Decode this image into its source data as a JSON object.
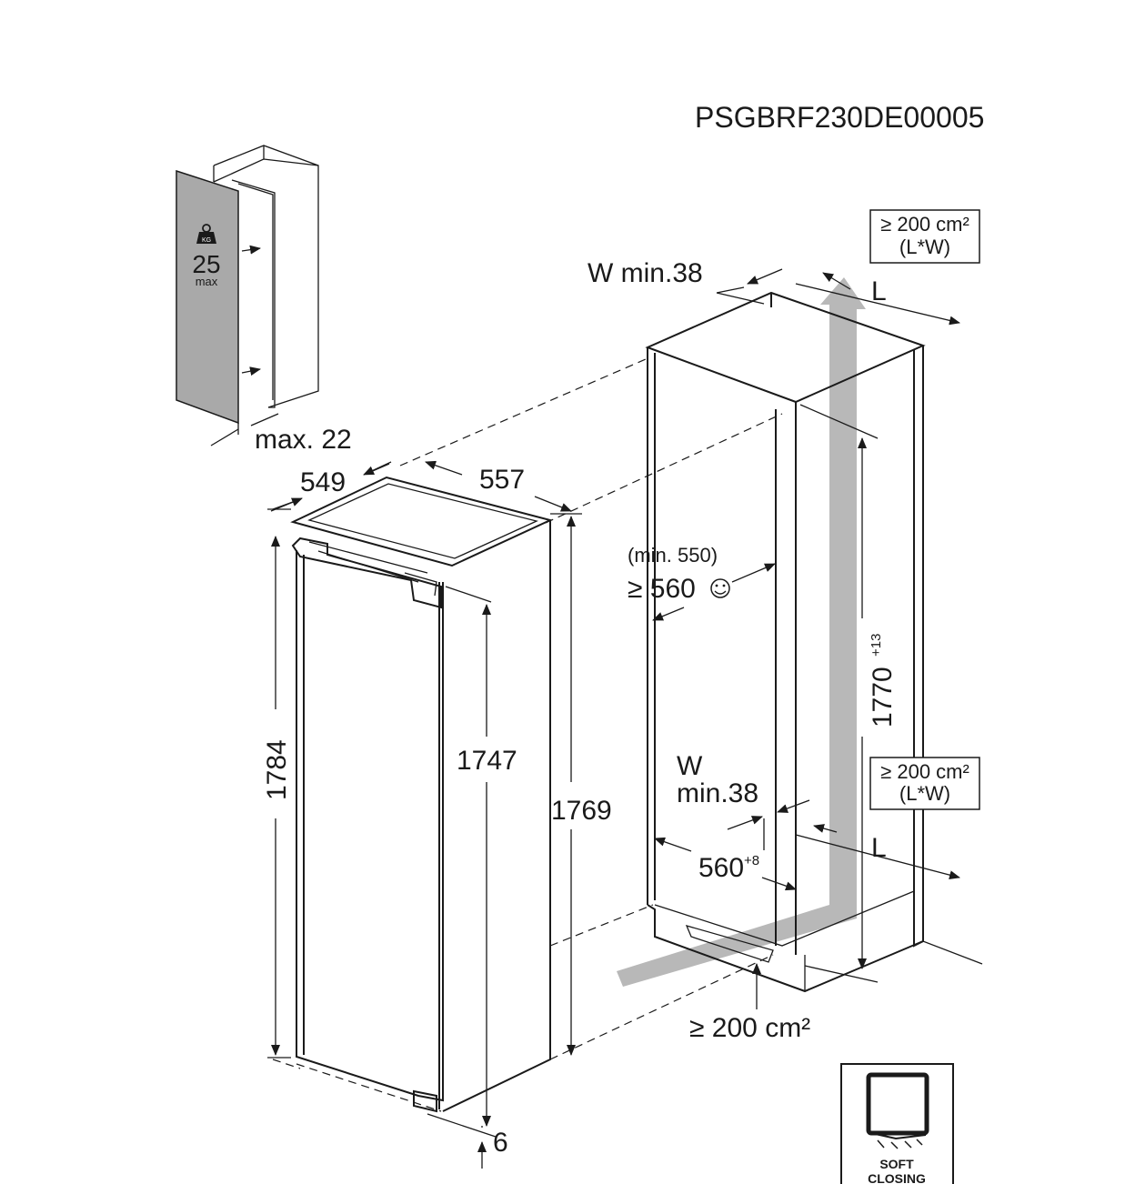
{
  "model_code": "PSGBRF230DE00005",
  "door_weight": {
    "icon_text": "KG",
    "value": "25",
    "unit": "max"
  },
  "dims": {
    "door_gap_max": "max. 22",
    "appliance_depth": "549",
    "appliance_width": "557",
    "appliance_height_total": "1784",
    "appliance_height_inner": "1747",
    "appliance_height_side": "1769",
    "bottom_offset": "6",
    "ventilation_w_top": "W min.38",
    "ventilation_w_bottom_line1": "W",
    "ventilation_w_bottom_line2": "min.38",
    "niche_depth_min": "(min. 550)",
    "niche_depth_rec": "≥ 560",
    "niche_height": "1770",
    "niche_height_tol": "+13",
    "niche_width": "560",
    "niche_width_tol": "+8",
    "length_label_top": "L",
    "length_label_bottom": "L"
  },
  "vent_boxes": {
    "top_line1": "≥ 200 cm²",
    "top_line2": "(L*W)",
    "bottom_line1": "≥ 200 cm²",
    "bottom_line2": "(L*W)"
  },
  "bottom_vent": "≥ 200 cm²",
  "badge": {
    "line1": "SOFT",
    "line2": "CLOSING"
  }
}
